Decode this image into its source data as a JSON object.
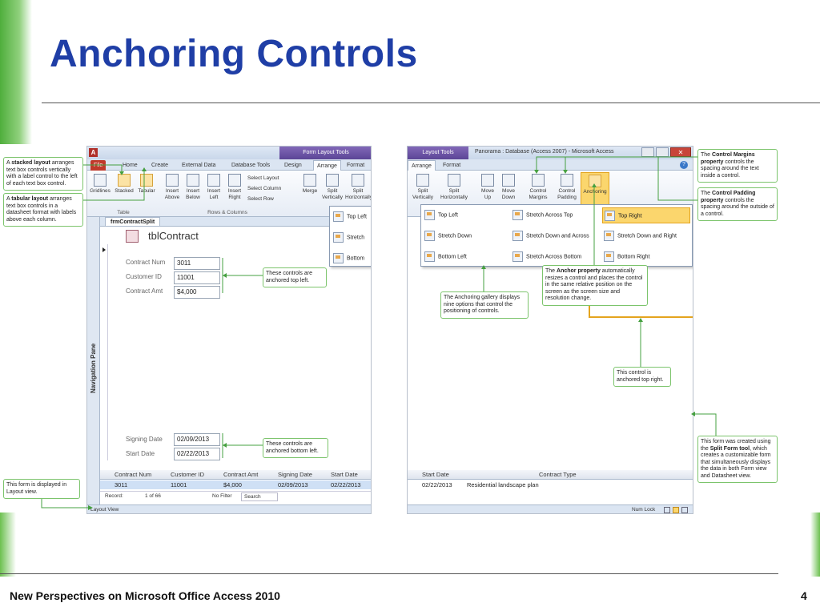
{
  "slide": {
    "title": "Anchoring Controls",
    "footer": "New Perspectives on Microsoft Office Access 2010",
    "page_number": "4"
  },
  "left_shot": {
    "context_header": "Form Layout Tools",
    "tabs": [
      "File",
      "Home",
      "Create",
      "External Data",
      "Database Tools",
      "Design",
      "Arrange",
      "Format"
    ],
    "ribbon_buttons": [
      "Gridlines",
      "Stacked",
      "Tabular",
      "Insert Above",
      "Insert Below",
      "Insert Left",
      "Insert Right",
      "Merge",
      "Split Vertically",
      "Split Horizontally"
    ],
    "select_items": [
      "Select Layout",
      "Select Column",
      "Select Row"
    ],
    "group_labels": [
      "Table",
      "Rows & Columns"
    ],
    "form_tab": "frmContractSplit",
    "form_title": "tblContract",
    "nav_pane": "Navigation Pane",
    "fields_top": [
      {
        "label": "Contract Num",
        "value": "3011"
      },
      {
        "label": "Customer ID",
        "value": "11001"
      },
      {
        "label": "Contract Amt",
        "value": "$4,000"
      }
    ],
    "fields_bottom": [
      {
        "label": "Signing Date",
        "value": "02/09/2013"
      },
      {
        "label": "Start Date",
        "value": "02/22/2013"
      }
    ],
    "gallery_partial": [
      "Top Left",
      "Stretch",
      "Bottom"
    ],
    "datasheet_headers": [
      "Contract Num",
      "Customer ID",
      "Contract Amt",
      "Signing Date",
      "Start Date"
    ],
    "datasheet_row": [
      "3011",
      "11001",
      "$4,000",
      "02/09/2013",
      "02/22/2013"
    ],
    "record_nav": {
      "label": "Record:",
      "position": "1 of 66",
      "filter": "No Filter",
      "search": "Search"
    },
    "status": "Layout View"
  },
  "right_shot": {
    "context_header": "Layout Tools",
    "window_title": "Panorama : Database (Access 2007) - Microsoft Access",
    "tabs": [
      "Arrange",
      "Format"
    ],
    "ribbon_buttons": [
      "Split Vertically",
      "Split Horizontally",
      "Move Up",
      "Move Down",
      "Control Margins",
      "Control Padding",
      "Anchoring"
    ],
    "gallery": [
      "Top Left",
      "Stretch Across Top",
      "Top Right",
      "Stretch Down",
      "Stretch Down and Across",
      "Stretch Down and Right",
      "Bottom Left",
      "Stretch Across Bottom",
      "Bottom Right"
    ],
    "gallery_selected": "Top Right",
    "datasheet_headers": [
      "Start Date",
      "Contract Type"
    ],
    "datasheet_row": [
      "02/22/2013",
      "Residential landscape plan"
    ],
    "status": "Num Lock"
  },
  "callouts": {
    "stacked": {
      "pre": "A ",
      "bold": "stacked layout",
      "post": " arranges text box controls vertically with a label control to the left of each text box control."
    },
    "tabular": {
      "pre": "A ",
      "bold": "tabular layout",
      "post": " arranges text box controls in a datasheet format with labels above each column."
    },
    "layout_view": "This form is displayed in Layout view.",
    "anchored_top_left": "These controls are anchored top left.",
    "anchored_bottom_left": "These controls are anchored bottom left.",
    "gallery_desc": "The Anchoring gallery displays nine options that control the positioning of controls.",
    "anchor_property": {
      "pre": "The ",
      "bold": "Anchor property",
      "post": " automatically resizes a control and places the control in the same relative position on the screen as the screen size and resolution change."
    },
    "top_right": "This control is anchored top right.",
    "margins": {
      "pre": "The ",
      "bold": "Control Margins property",
      "post": " controls the spacing around the text inside a control."
    },
    "padding": {
      "pre": "The ",
      "bold": "Control Padding property",
      "post": " controls the spacing around the outside of a control."
    },
    "split_form": {
      "pre": "This form was created using the ",
      "bold": "Split Form tool",
      "post": ", which creates a customizable form that simultaneously displays the data in both Form view and Datasheet view."
    }
  },
  "colors": {
    "title": "#1f3ea6",
    "callout_border": "#7cc46c",
    "accent_orange": "#e4a41e",
    "file_tab": "#c0392b"
  }
}
